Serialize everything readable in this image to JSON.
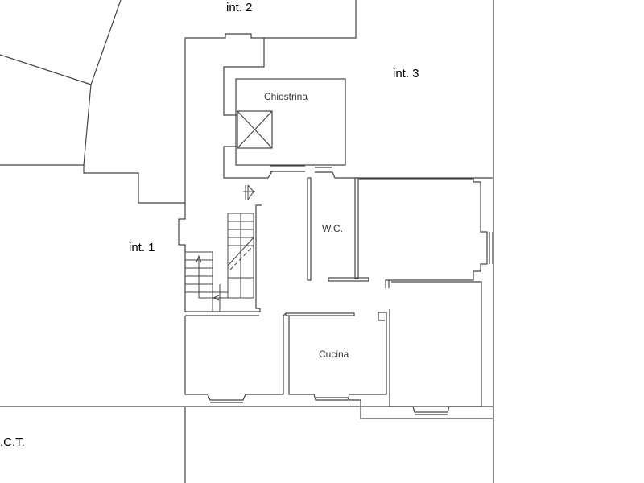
{
  "plan": {
    "stroke_color": "#444444",
    "background": "#ffffff",
    "labels": {
      "int2": "int. 2",
      "int3": "int. 3",
      "int1": "int. 1",
      "nct": ".C.T.",
      "chiostrina": "Chiostrina",
      "wc": "W.C.",
      "cucina": "Cucina"
    }
  }
}
